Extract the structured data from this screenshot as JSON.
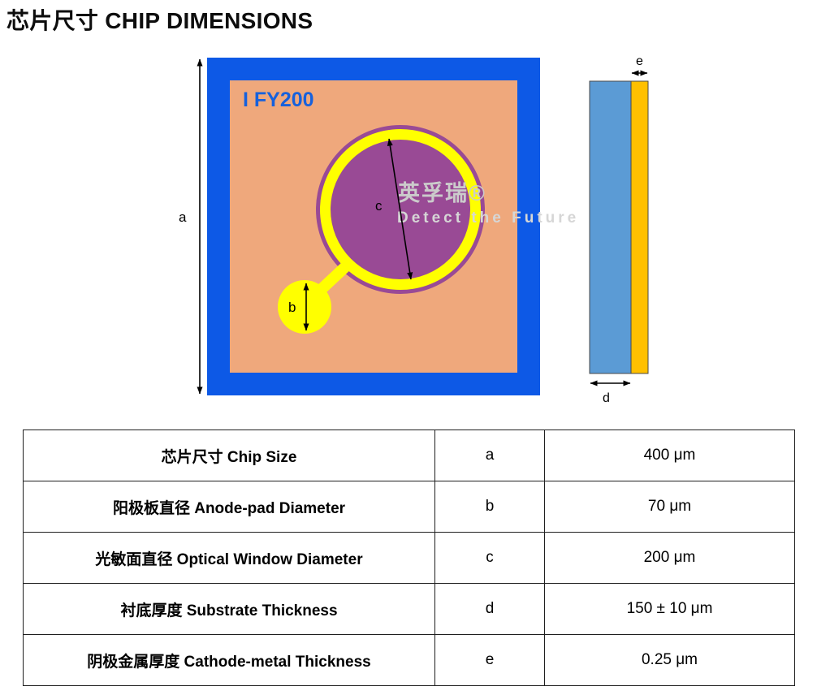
{
  "page": {
    "title": "芯片尺寸 CHIP DIMENSIONS"
  },
  "diagram": {
    "chip_label": "I FY200",
    "labels": {
      "a": "a",
      "b": "b",
      "c": "c",
      "d": "d",
      "e": "e"
    },
    "watermark": {
      "line1": "英孚瑞®",
      "line2": "Detect the Future"
    },
    "colors": {
      "frame_blue": "#0d59e6",
      "chip_body": "#efa87c",
      "window_purple": "#994a95",
      "pad_yellow": "#ffff00",
      "substrate_blue": "#5b9bd5",
      "cathode_orange": "#ffc000"
    }
  },
  "table": {
    "rows": [
      {
        "name": "芯片尺寸 Chip Size",
        "symbol": "a",
        "value": "400 μm"
      },
      {
        "name": "阳极板直径 Anode-pad Diameter",
        "symbol": "b",
        "value": "70 μm"
      },
      {
        "name": "光敏面直径 Optical Window Diameter",
        "symbol": "c",
        "value": "200 μm"
      },
      {
        "name": "衬底厚度 Substrate Thickness",
        "symbol": "d",
        "value": "150 ± 10 μm"
      },
      {
        "name": "阴极金属厚度 Cathode-metal Thickness",
        "symbol": "e",
        "value": "0.25 μm"
      }
    ]
  }
}
